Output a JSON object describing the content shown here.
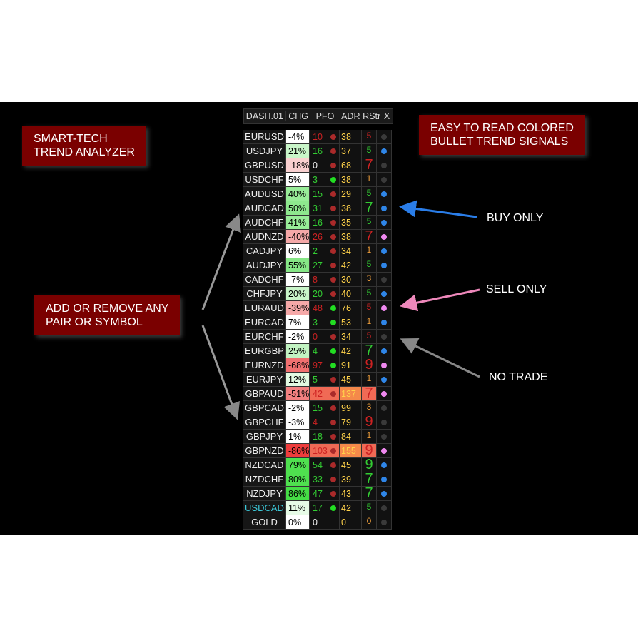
{
  "callouts": {
    "title": "SMART-TECH\nTREND ANALYZER",
    "bullets": "EASY TO READ COLORED\nBULLET TREND SIGNALS",
    "add": "ADD OR REMOVE ANY\nPAIR OR SYMBOL"
  },
  "labels": {
    "buy": "BUY ONLY",
    "sell": "SELL ONLY",
    "none": "NO TRADE"
  },
  "header": {
    "dash": "DASH.01",
    "chg": "CHG",
    "pfo": "PFO",
    "adr": "ADR",
    "rstr": "RStr",
    "x": "X"
  },
  "colors": {
    "green": "#33cc33",
    "red": "#cc2222",
    "orange": "#e89a3a",
    "blue": "#2f86e8",
    "pink": "#ee88ee",
    "gray": "#3a3a3a",
    "dotred": "#aa2a2a",
    "dotgreen": "#22dd22",
    "hl": "#f06a55"
  },
  "rows": [
    {
      "pair": "EURUSD",
      "chg": "-4%",
      "chgBg": "#ffffff",
      "pfo": "10",
      "pfoC": "red",
      "pfoDot": "dotred",
      "adr": "38",
      "rs": "5",
      "rsC": "red",
      "big": false,
      "x": "gray"
    },
    {
      "pair": "USDJPY",
      "chg": "21%",
      "chgBg": "#c9f5c9",
      "pfo": "16",
      "pfoC": "green",
      "pfoDot": "dotred",
      "adr": "37",
      "rs": "5",
      "rsC": "green",
      "big": false,
      "x": "blue"
    },
    {
      "pair": "GBPUSD",
      "chg": "-18%",
      "chgBg": "#f9d0d0",
      "pfo": "0",
      "pfoC": "white",
      "pfoDot": "dotred",
      "adr": "68",
      "rs": "7",
      "rsC": "red",
      "big": true,
      "x": "gray"
    },
    {
      "pair": "USDCHF",
      "chg": "5%",
      "chgBg": "#ffffff",
      "pfo": "3",
      "pfoC": "green",
      "pfoDot": "dotgreen",
      "adr": "38",
      "rs": "1",
      "rsC": "orange",
      "big": false,
      "x": "gray"
    },
    {
      "pair": "AUDUSD",
      "chg": "40%",
      "chgBg": "#98ec98",
      "pfo": "15",
      "pfoC": "green",
      "pfoDot": "dotred",
      "adr": "29",
      "rs": "5",
      "rsC": "green",
      "big": false,
      "x": "blue"
    },
    {
      "pair": "AUDCAD",
      "chg": "50%",
      "chgBg": "#8ee88e",
      "pfo": "31",
      "pfoC": "green",
      "pfoDot": "dotred",
      "adr": "38",
      "rs": "7",
      "rsC": "green",
      "big": true,
      "x": "blue"
    },
    {
      "pair": "AUDCHF",
      "chg": "41%",
      "chgBg": "#98ec98",
      "pfo": "16",
      "pfoC": "green",
      "pfoDot": "dotred",
      "adr": "35",
      "rs": "5",
      "rsC": "green",
      "big": false,
      "x": "blue"
    },
    {
      "pair": "AUDNZD",
      "chg": "-40%",
      "chgBg": "#f5a8a8",
      "pfo": "26",
      "pfoC": "red",
      "pfoDot": "dotred",
      "adr": "38",
      "rs": "7",
      "rsC": "red",
      "big": true,
      "x": "pink"
    },
    {
      "pair": "CADJPY",
      "chg": "6%",
      "chgBg": "#ffffff",
      "pfo": "2",
      "pfoC": "green",
      "pfoDot": "dotred",
      "adr": "34",
      "rs": "1",
      "rsC": "orange",
      "big": false,
      "x": "blue"
    },
    {
      "pair": "AUDJPY",
      "chg": "55%",
      "chgBg": "#86e686",
      "pfo": "27",
      "pfoC": "green",
      "pfoDot": "dotred",
      "adr": "42",
      "rs": "5",
      "rsC": "green",
      "big": false,
      "x": "blue"
    },
    {
      "pair": "CADCHF",
      "chg": "-7%",
      "chgBg": "#ffffff",
      "pfo": "8",
      "pfoC": "red",
      "pfoDot": "dotred",
      "adr": "30",
      "rs": "3",
      "rsC": "orange",
      "big": false,
      "x": "gray"
    },
    {
      "pair": "CHFJPY",
      "chg": "20%",
      "chgBg": "#c9f5c9",
      "pfo": "20",
      "pfoC": "green",
      "pfoDot": "dotred",
      "adr": "40",
      "rs": "5",
      "rsC": "green",
      "big": false,
      "x": "blue"
    },
    {
      "pair": "EURAUD",
      "chg": "-39%",
      "chgBg": "#f5a8a8",
      "pfo": "48",
      "pfoC": "red",
      "pfoDot": "dotgreen",
      "adr": "76",
      "rs": "5",
      "rsC": "red",
      "big": false,
      "x": "pink"
    },
    {
      "pair": "EURCAD",
      "chg": "7%",
      "chgBg": "#ffffff",
      "pfo": "3",
      "pfoC": "green",
      "pfoDot": "dotgreen",
      "adr": "53",
      "rs": "1",
      "rsC": "orange",
      "big": false,
      "x": "blue"
    },
    {
      "pair": "EURCHF",
      "chg": "-2%",
      "chgBg": "#ffffff",
      "pfo": "0",
      "pfoC": "red",
      "pfoDot": "dotred",
      "adr": "34",
      "rs": "5",
      "rsC": "red",
      "big": false,
      "x": "gray"
    },
    {
      "pair": "EURGBP",
      "chg": "25%",
      "chgBg": "#c2f3c2",
      "pfo": "4",
      "pfoC": "green",
      "pfoDot": "dotgreen",
      "adr": "42",
      "rs": "7",
      "rsC": "green",
      "big": true,
      "x": "blue"
    },
    {
      "pair": "EURNZD",
      "chg": "-68%",
      "chgBg": "#f07070",
      "pfo": "97",
      "pfoC": "red",
      "pfoDot": "dotgreen",
      "adr": "91",
      "rs": "9",
      "rsC": "red",
      "big": true,
      "x": "pink"
    },
    {
      "pair": "EURJPY",
      "chg": "12%",
      "chgBg": "#e2fae2",
      "pfo": "5",
      "pfoC": "green",
      "pfoDot": "dotred",
      "adr": "45",
      "rs": "1",
      "rsC": "orange",
      "big": false,
      "x": "blue"
    },
    {
      "pair": "GBPAUD",
      "chg": "-51%",
      "chgBg": "#f28080",
      "pfo": "42",
      "pfoC": "red",
      "pfoDot": "dotred",
      "adr": "137",
      "rs": "7",
      "rsC": "red",
      "big": true,
      "x": "pink",
      "hl": true
    },
    {
      "pair": "GBPCAD",
      "chg": "-2%",
      "chgBg": "#ffffff",
      "pfo": "15",
      "pfoC": "green",
      "pfoDot": "dotred",
      "adr": "99",
      "rs": "3",
      "rsC": "orange",
      "big": false,
      "x": "gray"
    },
    {
      "pair": "GBPCHF",
      "chg": "-3%",
      "chgBg": "#ffffff",
      "pfo": "4",
      "pfoC": "red",
      "pfoDot": "dotred",
      "adr": "79",
      "rs": "9",
      "rsC": "red",
      "big": true,
      "x": "gray"
    },
    {
      "pair": "GBPJPY",
      "chg": "1%",
      "chgBg": "#ffffff",
      "pfo": "18",
      "pfoC": "green",
      "pfoDot": "dotred",
      "adr": "84",
      "rs": "1",
      "rsC": "orange",
      "big": false,
      "x": "gray"
    },
    {
      "pair": "GBPNZD",
      "chg": "-86%",
      "chgBg": "#ee3c3c",
      "pfo": "103",
      "pfoC": "red",
      "pfoDot": "dotred",
      "adr": "155",
      "rs": "9",
      "rsC": "red",
      "big": true,
      "x": "pink",
      "hl": true
    },
    {
      "pair": "NZDCAD",
      "chg": "79%",
      "chgBg": "#4fe04f",
      "pfo": "54",
      "pfoC": "green",
      "pfoDot": "dotred",
      "adr": "45",
      "rs": "9",
      "rsC": "green",
      "big": true,
      "x": "blue"
    },
    {
      "pair": "NZDCHF",
      "chg": "80%",
      "chgBg": "#4fe04f",
      "pfo": "33",
      "pfoC": "green",
      "pfoDot": "dotred",
      "adr": "39",
      "rs": "7",
      "rsC": "green",
      "big": true,
      "x": "blue"
    },
    {
      "pair": "NZDJPY",
      "chg": "86%",
      "chgBg": "#45dd45",
      "pfo": "47",
      "pfoC": "green",
      "pfoDot": "dotred",
      "adr": "43",
      "rs": "7",
      "rsC": "green",
      "big": true,
      "x": "blue"
    },
    {
      "pair": "USDCAD",
      "chg": "11%",
      "chgBg": "#e6fbe6",
      "pfo": "17",
      "pfoC": "green",
      "pfoDot": "dotgreen",
      "adr": "42",
      "rs": "5",
      "rsC": "green",
      "big": false,
      "x": "gray",
      "pairC": "#3cc8d8"
    },
    {
      "pair": "GOLD",
      "chg": "0%",
      "chgBg": "#ffffff",
      "pfo": "0",
      "pfoC": "white",
      "pfoDot": "none",
      "adr": "0",
      "rs": "0",
      "rsC": "orange",
      "big": false,
      "x": "gray"
    }
  ]
}
